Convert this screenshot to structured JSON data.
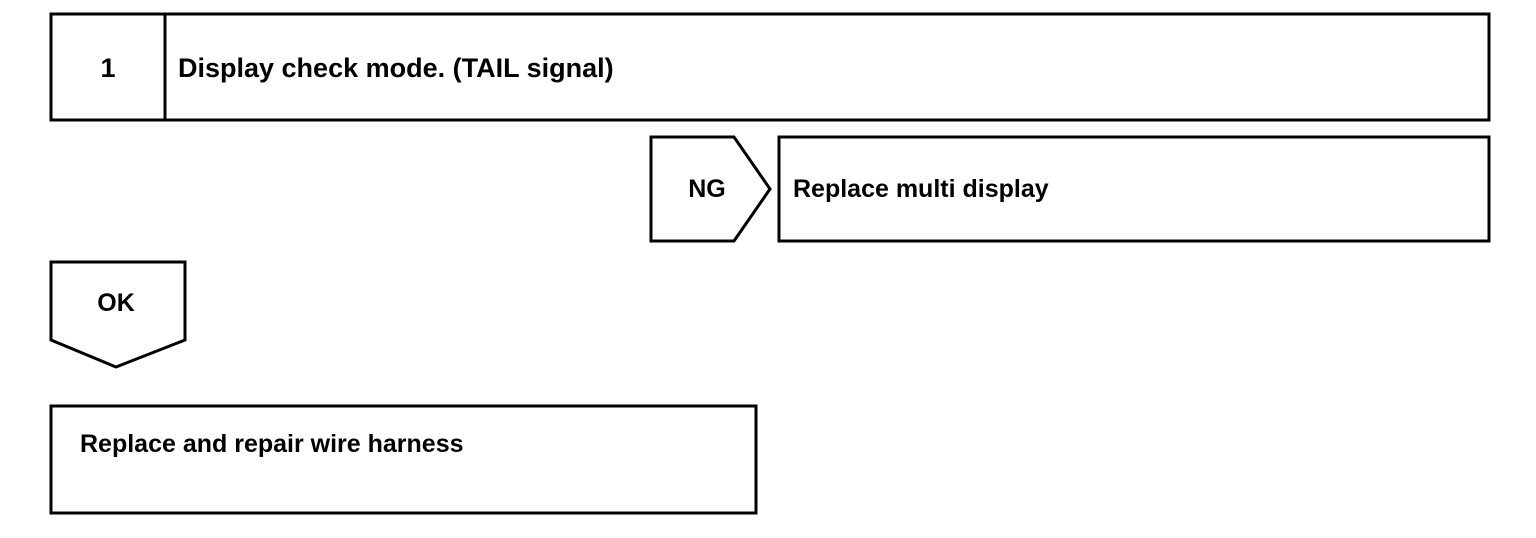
{
  "step": {
    "number": "1",
    "title": "Display check mode. (TAIL signal)"
  },
  "ng_branch": {
    "label": "NG",
    "action": "Replace multi display"
  },
  "ok_branch": {
    "label": "OK",
    "action": "Replace and repair wire harness"
  },
  "colors": {
    "line": "#000000",
    "background": "#ffffff"
  }
}
